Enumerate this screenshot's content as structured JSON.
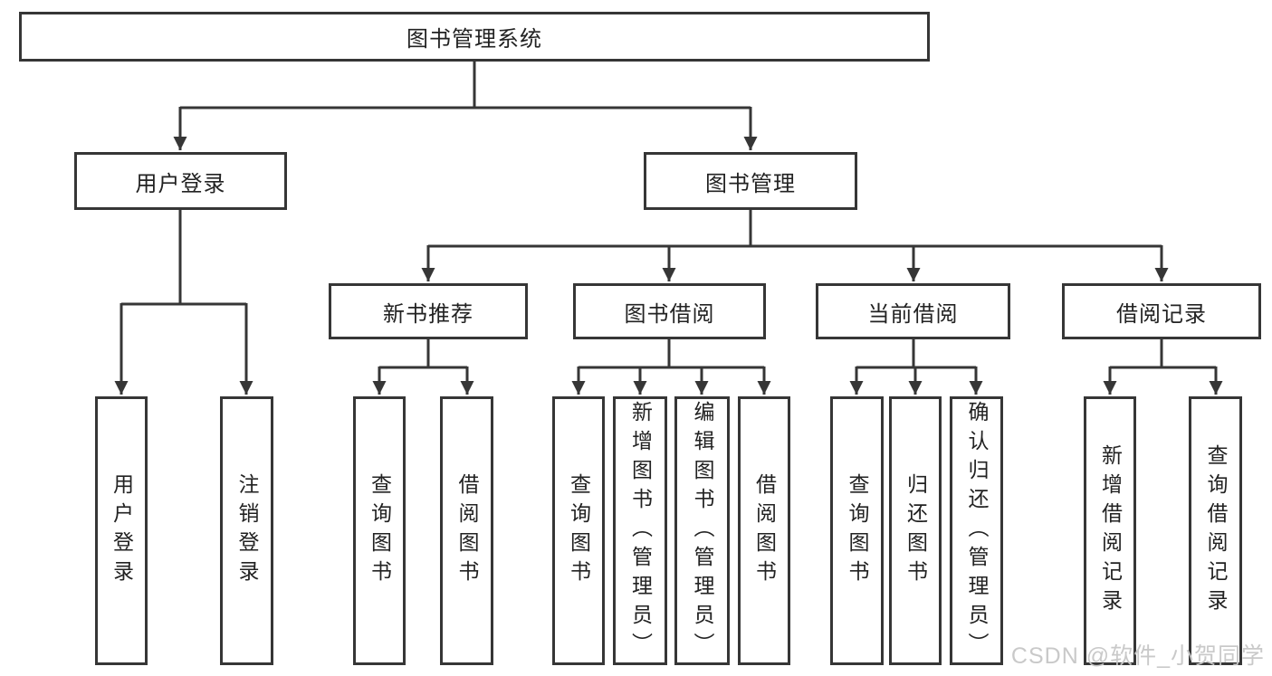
{
  "tree": {
    "root": "图书管理系统",
    "branches": [
      {
        "label": "用户登录",
        "leaves": [
          "用户登录",
          "注销登录"
        ]
      },
      {
        "label": "图书管理",
        "children": [
          {
            "label": "新书推荐",
            "leaves": [
              "查询图书",
              "借阅图书"
            ]
          },
          {
            "label": "图书借阅",
            "leaves": [
              "查询图书",
              "新增图书（管理员）",
              "编辑图书（管理员）",
              "借阅图书"
            ]
          },
          {
            "label": "当前借阅",
            "leaves": [
              "查询图书",
              "归还图书",
              "确认归还（管理员）"
            ]
          },
          {
            "label": "借阅记录",
            "leaves": [
              "新增借阅记录",
              "查询借阅记录"
            ]
          }
        ]
      }
    ]
  },
  "watermark": "CSDN @软件_小贺同学",
  "colors": {
    "line": "#363636",
    "text": "#222222",
    "watermark": "#c7c7c7",
    "background": "#ffffff"
  }
}
